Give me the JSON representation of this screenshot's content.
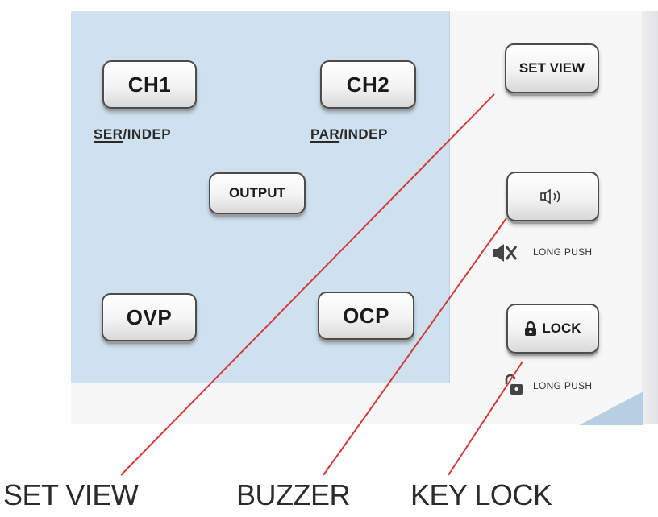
{
  "keys": {
    "ch1": "CH1",
    "ch2": "CH2",
    "output": "OUTPUT",
    "ovp": "OVP",
    "ocp": "OCP",
    "set_view": "SET VIEW",
    "lock": "LOCK"
  },
  "sub_labels": {
    "ch1_primary": "SER",
    "ch1_secondary": "/INDEP",
    "ch2_primary": "PAR",
    "ch2_secondary": "/INDEP"
  },
  "long_push": {
    "buzzer": "LONG PUSH",
    "lock": "LONG PUSH"
  },
  "callouts": {
    "set_view": "SET VIEW",
    "buzzer": "BUZZER",
    "key_lock": "KEY LOCK"
  },
  "icons": {
    "buzzer_key": "speaker-sound-icon",
    "buzzer_mute": "speaker-mute-icon",
    "lock_key": "padlock-closed-icon",
    "unlock": "padlock-open-icon"
  },
  "colors": {
    "panel_blue": "#cfe1ef",
    "leader_line": "#d23b3b"
  }
}
